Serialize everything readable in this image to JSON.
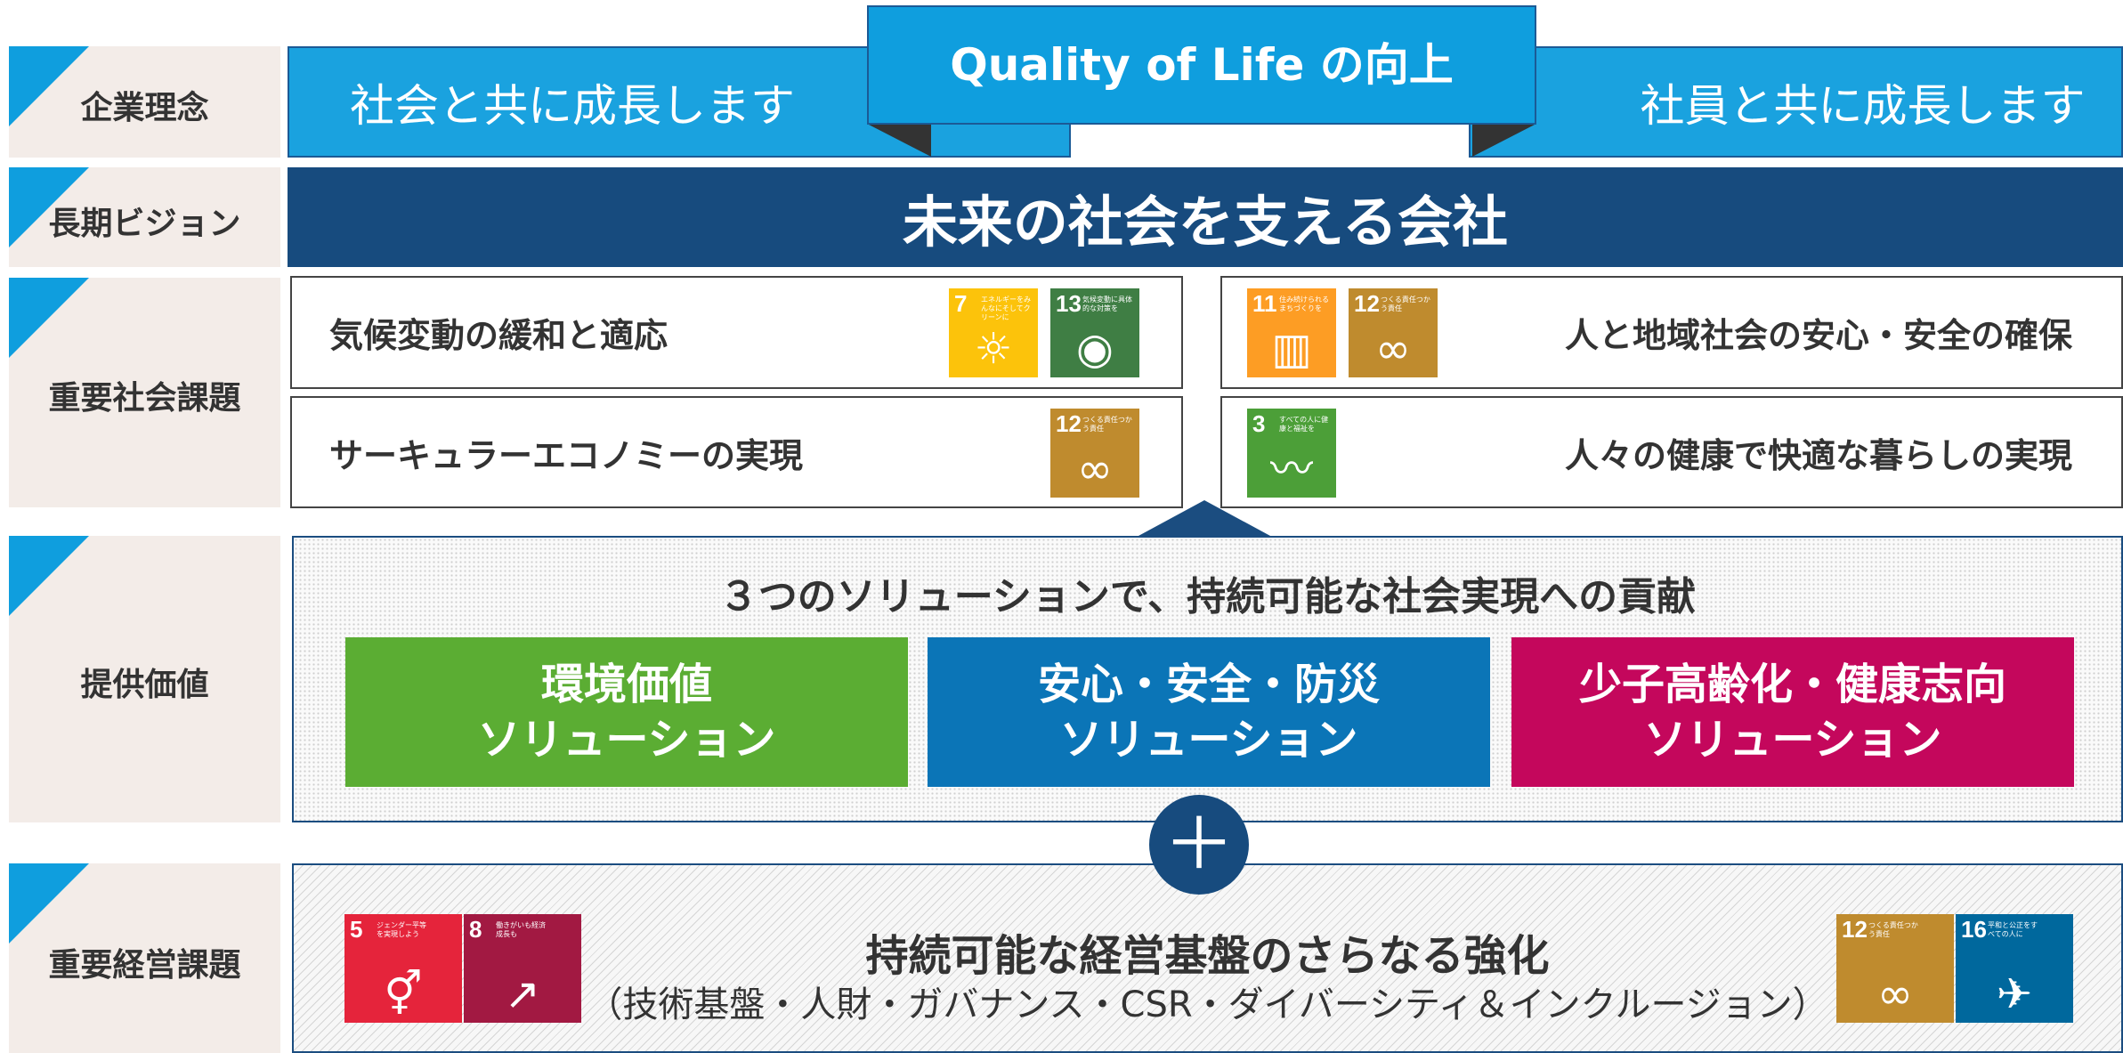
{
  "rows": {
    "philosophy": "企業理念",
    "vision": "長期ビジョン",
    "issues": "重要社会課題",
    "value": "提供価値",
    "management": "重要経営課題"
  },
  "philosophy": {
    "left": "社会と共に成長します",
    "center": "Quality of Life の向上",
    "right": "社員と共に成長します"
  },
  "vision": "未来の社会を支える会社",
  "issues": {
    "climate": "気候変動の緩和と適応",
    "circular": "サーキュラーエコノミーの実現",
    "community": "人と地域社会の安心・安全の確保",
    "health": "人々の健康で快適な暮らしの実現"
  },
  "sdgs": {
    "g3": {
      "num": "3",
      "desc": "すべての人に健康と福祉を",
      "color": "#4c9f38",
      "icon": "heartbeat-icon"
    },
    "g5": {
      "num": "5",
      "desc": "ジェンダー平等を実現しよう",
      "color": "#e5243b",
      "icon": "gender-icon"
    },
    "g7": {
      "num": "7",
      "desc": "エネルギーをみんなにそしてクリーンに",
      "color": "#fcc30b",
      "icon": "sun-icon"
    },
    "g8": {
      "num": "8",
      "desc": "働きがいも経済成長も",
      "color": "#a21942",
      "icon": "growth-chart-icon"
    },
    "g11": {
      "num": "11",
      "desc": "住み続けられるまちづくりを",
      "color": "#fd9d24",
      "icon": "city-icon"
    },
    "g12": {
      "num": "12",
      "desc": "つくる責任つかう責任",
      "color": "#bf8b2e",
      "icon": "infinity-icon"
    },
    "g13": {
      "num": "13",
      "desc": "気候変動に具体的な対策を",
      "color": "#3f7e44",
      "icon": "eye-icon"
    },
    "g16": {
      "num": "16",
      "desc": "平和と公正をすべての人に",
      "color": "#00689d",
      "icon": "dove-icon"
    }
  },
  "value": {
    "heading": "３つのソリューションで、持続可能な社会実現への貢献",
    "solutions": [
      {
        "line1": "環境価値",
        "line2": "ソリューション",
        "color": "#5bad33"
      },
      {
        "line1": "安心・安全・防災",
        "line2": "ソリューション",
        "color": "#0b75b7"
      },
      {
        "line1": "少子高齢化・健康志向",
        "line2": "ソリューション",
        "color": "#c4075c"
      }
    ]
  },
  "plus": "＋",
  "management": {
    "title": "持続可能な経営基盤のさらなる強化",
    "subtitle": "（技術基盤・人財・ガバナンス・CSR・ダイバーシティ＆インクルージョン）"
  }
}
